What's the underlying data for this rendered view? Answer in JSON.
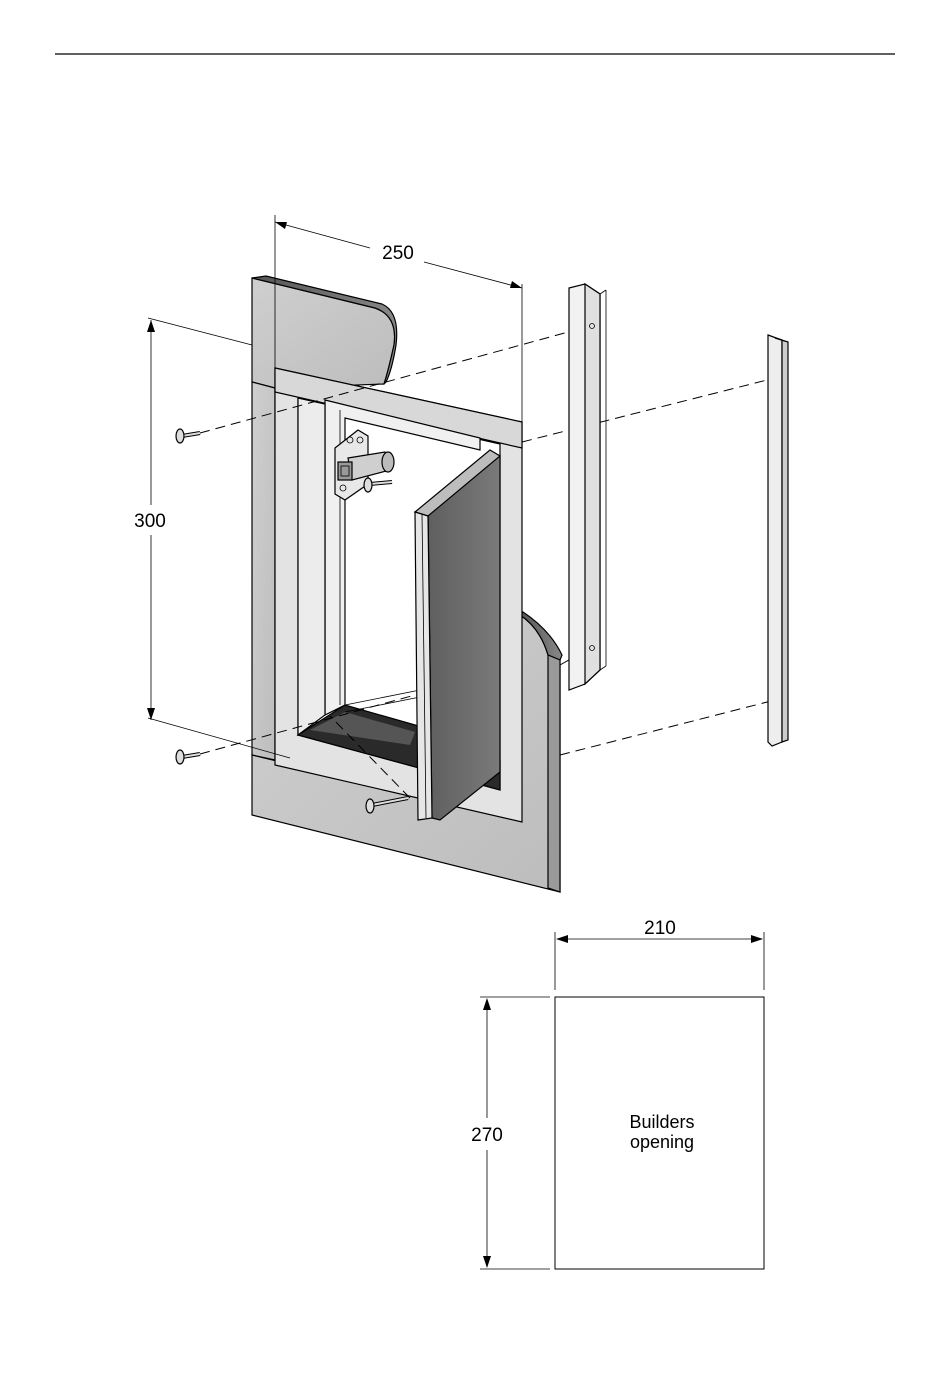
{
  "dimensions": {
    "width_top": "250",
    "height_left": "300",
    "opening_width": "210",
    "opening_height": "270"
  },
  "opening_label": {
    "line1": "Builders",
    "line2": "opening"
  },
  "colors": {
    "panel_light": "#d4d4d4",
    "panel_mid": "#c2c2c2",
    "panel_dark": "#6e6e6e",
    "frame_face": "#e2e2e2",
    "white": "#ffffff",
    "line": "#000000"
  }
}
